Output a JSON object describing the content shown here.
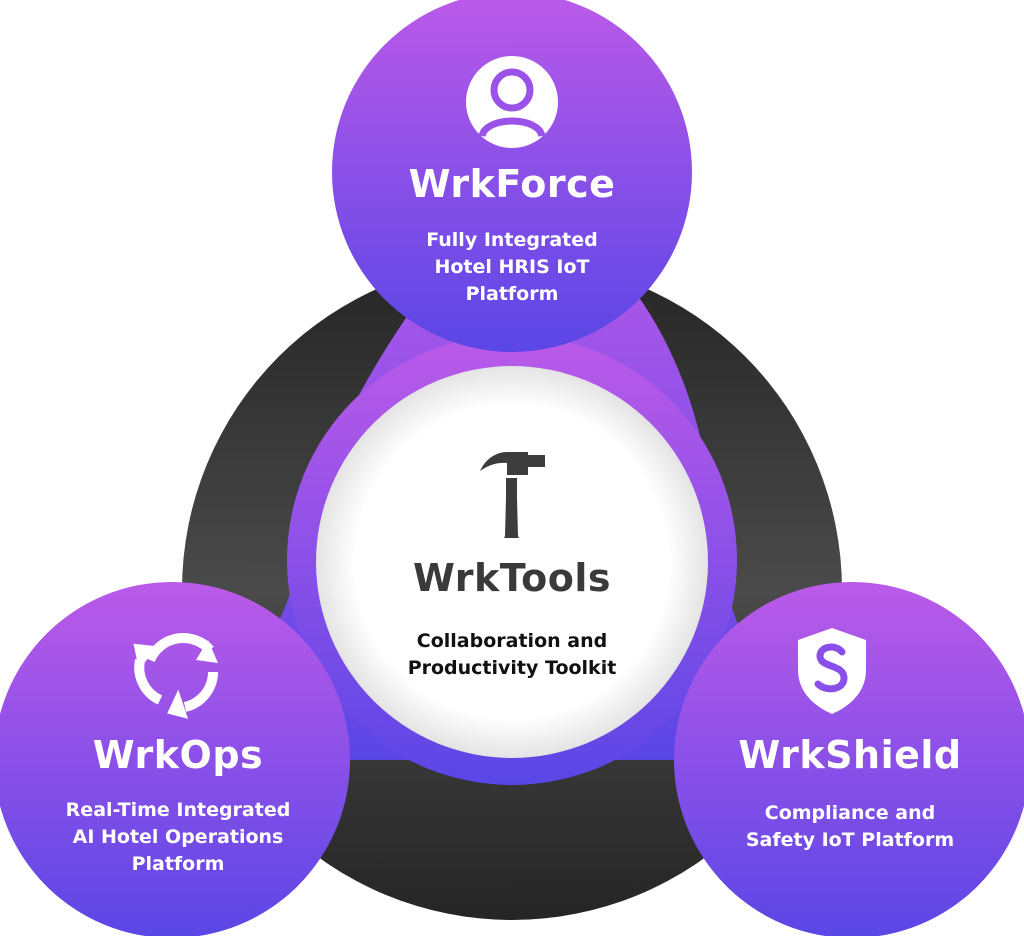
{
  "colors": {
    "purple_top": "#b95ae9",
    "purple_bottom": "#5b45e6",
    "dark": "#2f2f2f",
    "center": "#ffffff",
    "center_text": "#3a3a3a"
  },
  "center": {
    "icon": "hammer-icon",
    "title": "WrkTools",
    "line1": "Collaboration and",
    "line2": "Productivity Toolkit"
  },
  "top": {
    "icon": "user-icon",
    "title": "WrkForce",
    "line1": "Fully Integrated",
    "line2": "Hotel HRIS IoT",
    "line3": "Platform"
  },
  "left": {
    "icon": "recycle-arrows-icon",
    "title": "WrkOps",
    "line1": "Real-Time Integrated",
    "line2": "AI Hotel Operations",
    "line3": "Platform"
  },
  "right": {
    "icon": "shield-icon",
    "title": "WrkShield",
    "line1": "Compliance and",
    "line2": "Safety IoT Platform"
  }
}
